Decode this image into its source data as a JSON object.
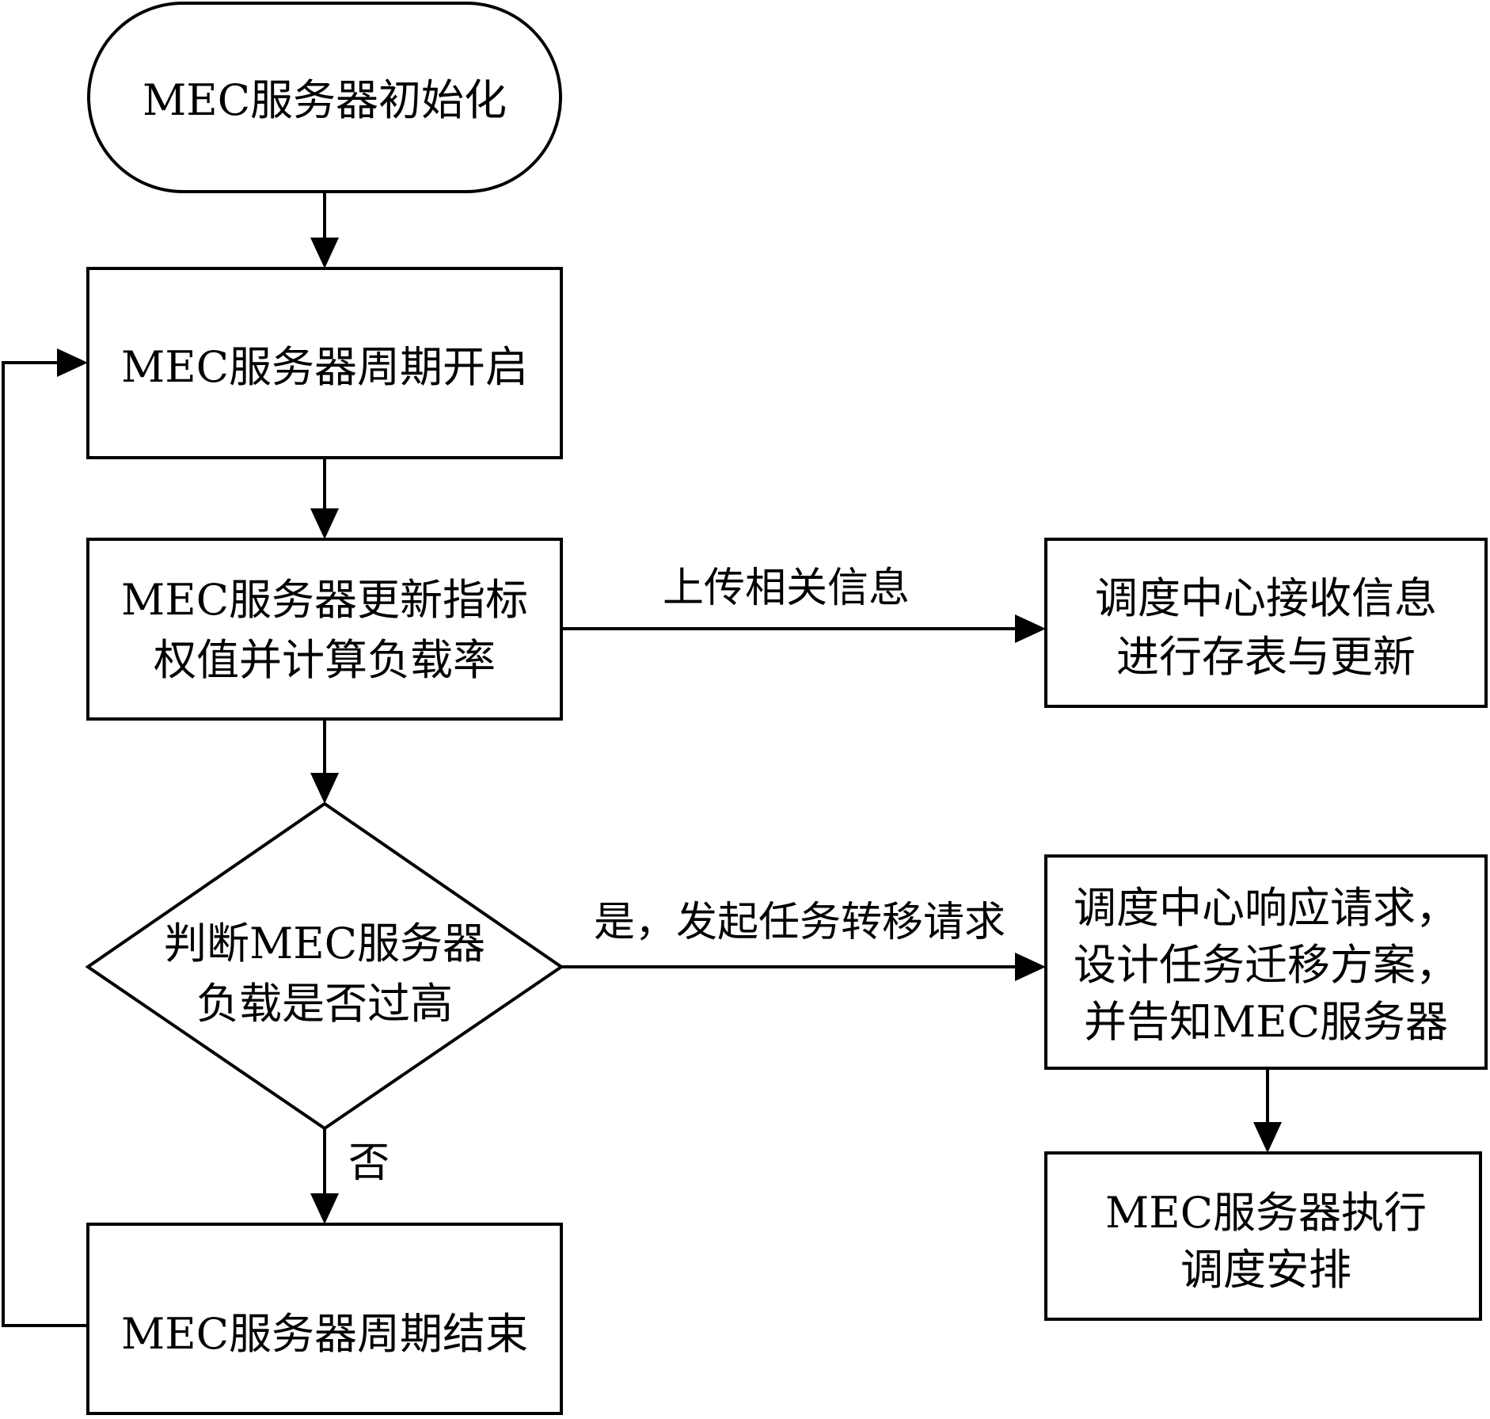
{
  "nodes": {
    "start": {
      "line1": "MEC服务器初始化"
    },
    "period_start": {
      "line1": "MEC服务器周期开启"
    },
    "update": {
      "line1": "MEC服务器更新指标",
      "line2": "权值并计算负载率"
    },
    "center_store": {
      "line1": "调度中心接收信息",
      "line2": "进行存表与更新"
    },
    "decision": {
      "line1": "判断MEC服务器",
      "line2": "负载是否过高"
    },
    "center_respond": {
      "line1": "调度中心响应请求，",
      "line2": "设计任务迁移方案，",
      "line3": "并告知MEC服务器"
    },
    "execute": {
      "line1": "MEC服务器执行",
      "line2": "调度安排"
    },
    "period_end": {
      "line1": "MEC服务器周期结束"
    }
  },
  "edges": {
    "upload": "上传相关信息",
    "yes": "是，发起任务转移请求",
    "no": "否"
  }
}
